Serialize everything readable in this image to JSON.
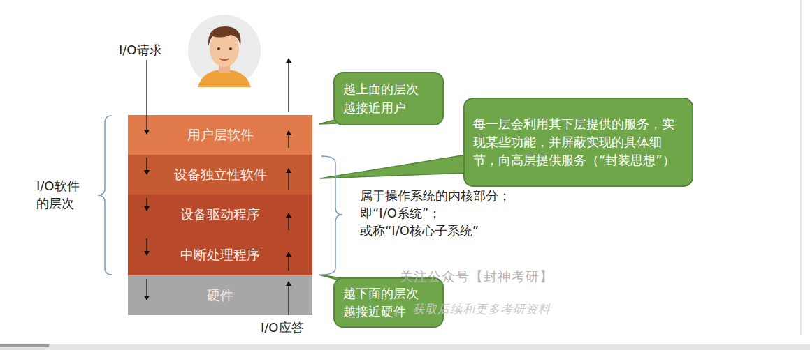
{
  "diagram": {
    "nodes": [
      {
        "text": [
          "用户层软件"
        ]
      },
      {
        "text": [
          "设备独立性软件"
        ]
      },
      {
        "text": [
          "设备驱动程序"
        ]
      },
      {
        "text": [
          "中断处理程序"
        ]
      },
      {
        "text": [
          "硬件"
        ]
      },
      {
        "text": [
          "越上面的层次 越接近用户"
        ]
      },
      {
        "text": [
          "每一层会利用其下层提供的服务，实现某些功能，并屏蔽实现的具体细节，向高层提供服务（“封装思想”）"
        ]
      },
      {
        "text": [
          "越下面的层次 越接近硬件"
        ]
      }
    ],
    "labels": [
      "I/O请求",
      "I/O应答",
      "I/O软件 的层次",
      "属于操作系统的内核部分； 即“I/O系统”； 或称“I/O核心子系统”",
      "关注公众号【封神考研】",
      "获取后续和更多考研资料"
    ]
  }
}
